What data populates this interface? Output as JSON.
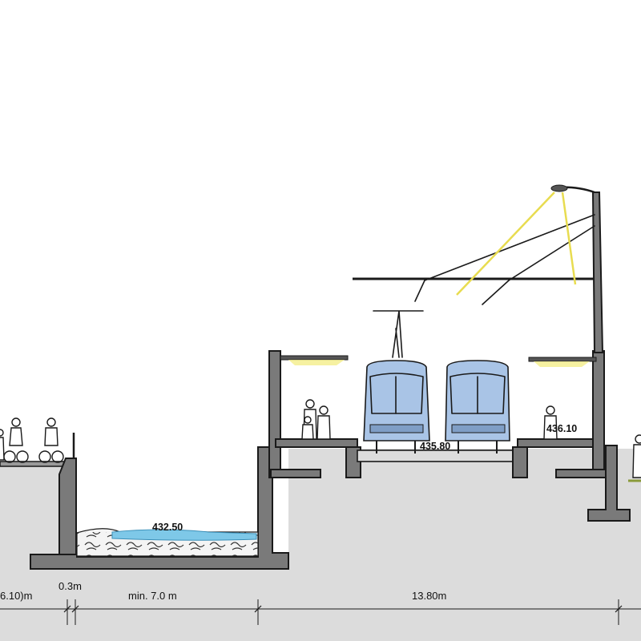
{
  "labels": {
    "water_level": "432.50",
    "track_level": "435.80",
    "platform_level": "436.10",
    "dim_left": "6.10)m",
    "dim_wall": "0.3m",
    "dim_channel": "min. 7.0 m",
    "dim_tram": "13.80m"
  },
  "colors": {
    "ground": "#dcdcdc",
    "sky": "#ffffff",
    "wall": "#7a7a7a",
    "water": "#7ec8e8",
    "tram_body": "#a9c4e6",
    "light_beam": "#f4ee8a",
    "ink": "#1a1a1a"
  }
}
